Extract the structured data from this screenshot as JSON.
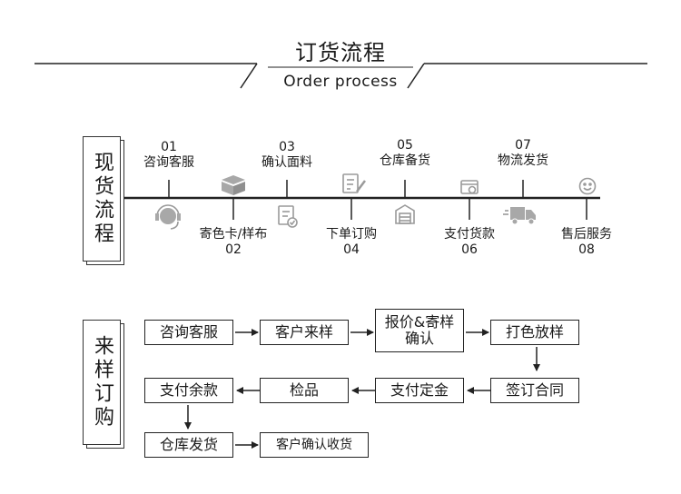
{
  "header": {
    "title": "订货流程",
    "subtitle": "Order process"
  },
  "spot_process": {
    "label": "现货流程",
    "steps": [
      {
        "num": "01",
        "label": "咨询客服",
        "icon": "headset-icon"
      },
      {
        "num": "02",
        "label": "寄色卡/样布",
        "icon": "box-icon"
      },
      {
        "num": "03",
        "label": "确认面料",
        "icon": "document-check-icon"
      },
      {
        "num": "04",
        "label": "下单订购",
        "icon": "document-edit-icon"
      },
      {
        "num": "05",
        "label": "仓库备货",
        "icon": "warehouse-icon"
      },
      {
        "num": "06",
        "label": "支付货款",
        "icon": "payment-card-icon"
      },
      {
        "num": "07",
        "label": "物流发货",
        "icon": "truck-icon"
      },
      {
        "num": "08",
        "label": "售后服务",
        "icon": "smile-icon"
      }
    ]
  },
  "sample_process": {
    "label": "来样订购",
    "boxes": {
      "consult": "咨询客服",
      "client_sample": "客户来样",
      "quote_sample": "报价&寄样\n确认",
      "color_sample": "打色放样",
      "contract": "签订合同",
      "deposit": "支付定金",
      "inspect": "检品",
      "balance": "支付余款",
      "warehouse_ship": "仓库发货",
      "confirm_receipt": "客户确认收货"
    }
  }
}
